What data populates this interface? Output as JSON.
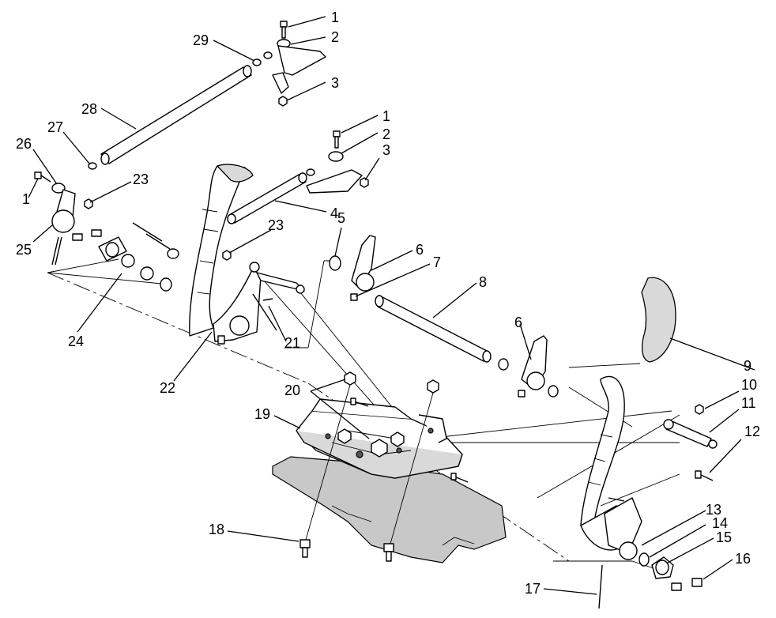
{
  "callouts": [
    {
      "id": "c1a",
      "label": "1"
    },
    {
      "id": "c2a",
      "label": "2"
    },
    {
      "id": "c3a",
      "label": "3"
    },
    {
      "id": "c29",
      "label": "29"
    },
    {
      "id": "c28",
      "label": "28"
    },
    {
      "id": "c1b",
      "label": "1"
    },
    {
      "id": "c2b",
      "label": "2"
    },
    {
      "id": "c3b",
      "label": "3"
    },
    {
      "id": "c27",
      "label": "27"
    },
    {
      "id": "c26",
      "label": "26"
    },
    {
      "id": "c1c",
      "label": "1"
    },
    {
      "id": "c23a",
      "label": "23"
    },
    {
      "id": "c4",
      "label": "4"
    },
    {
      "id": "c23b",
      "label": "23"
    },
    {
      "id": "c5",
      "label": "5"
    },
    {
      "id": "c6a",
      "label": "6"
    },
    {
      "id": "c7",
      "label": "7"
    },
    {
      "id": "c8",
      "label": "8"
    },
    {
      "id": "c25",
      "label": "25"
    },
    {
      "id": "c24",
      "label": "24"
    },
    {
      "id": "c21",
      "label": "21"
    },
    {
      "id": "c22",
      "label": "22"
    },
    {
      "id": "c6b",
      "label": "6"
    },
    {
      "id": "c9",
      "label": "9"
    },
    {
      "id": "c10",
      "label": "10"
    },
    {
      "id": "c11",
      "label": "11"
    },
    {
      "id": "c12",
      "label": "12"
    },
    {
      "id": "c20",
      "label": "20"
    },
    {
      "id": "c19",
      "label": "19"
    },
    {
      "id": "c13",
      "label": "13"
    },
    {
      "id": "c14",
      "label": "14"
    },
    {
      "id": "c15",
      "label": "15"
    },
    {
      "id": "c16",
      "label": "16"
    },
    {
      "id": "c18",
      "label": "18"
    },
    {
      "id": "c17",
      "label": "17"
    }
  ]
}
